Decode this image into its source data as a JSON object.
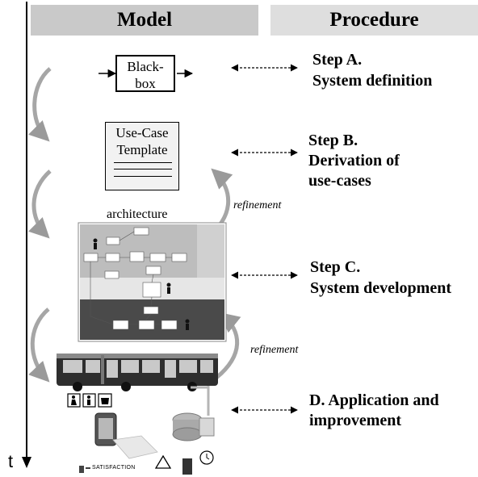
{
  "headers": {
    "model": "Model",
    "procedure": "Procedure"
  },
  "model": {
    "blackbox": "Black-\nbox",
    "usecase_template": "Use-Case\nTemplate",
    "architecture": "architecture"
  },
  "refinement_labels": [
    "refinement",
    "refinement"
  ],
  "steps": [
    {
      "title": "Step A.",
      "subtitle": "System definition"
    },
    {
      "title": "Step B.",
      "subtitle": "Derivation of\nuse-cases"
    },
    {
      "title": "Step C.",
      "subtitle": "System development"
    },
    {
      "title": "D. Application and",
      "subtitle": "improvement"
    }
  ],
  "time_axis": "t",
  "satisfaction": "SATISFACTION",
  "colors": {
    "header_bg": "#d4d4d4",
    "arrow": "#a0a0a0",
    "bus": "#2a2a2a"
  }
}
